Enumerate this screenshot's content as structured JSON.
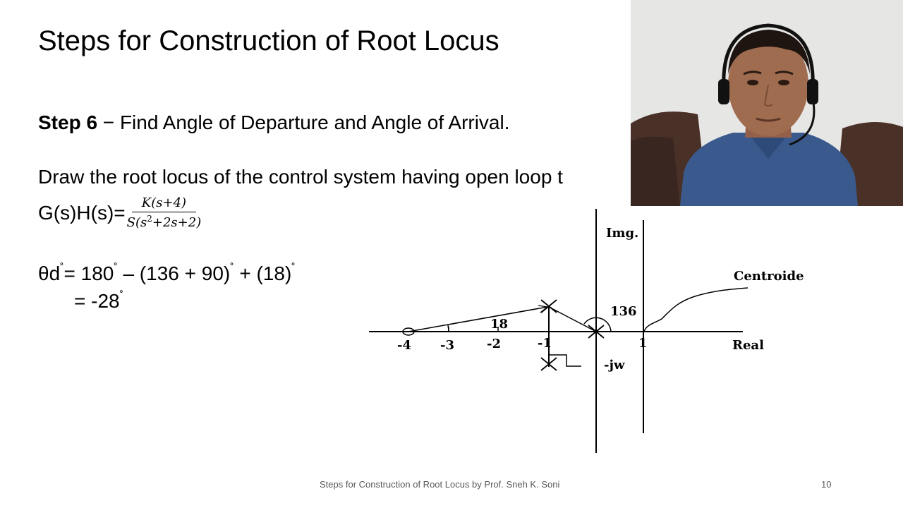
{
  "slide": {
    "title": "Steps for Construction of Root Locus",
    "step_label": "Step 6",
    "step_text": " − Find Angle of Departure and Angle of Arrival.",
    "problem_text": "Draw the root locus of the control system having open loop t",
    "gsh_prefix": "G(s)H(s)=",
    "gsh_numerator": "K(s+4)",
    "gsh_denominator_base": "S(s",
    "gsh_denominator_exp": "2",
    "gsh_denominator_rest": "+2s+2)",
    "equation_line1_parts": [
      "θd",
      "= 180",
      " – (136 + 90)",
      " + (18)",
      ""
    ],
    "equation_line2_parts": [
      "= -28",
      ""
    ],
    "degree_symbol": "˚"
  },
  "diagram": {
    "imag_axis_label": "Img.",
    "real_axis_label": "Real",
    "neg_jw_label": "-jw",
    "centroid_label": "Centroide",
    "angle_136_label": "136",
    "angle_18_label": "18",
    "tick_labels": [
      "-4",
      "-3",
      "-2",
      "-1",
      "1"
    ]
  },
  "footer": {
    "text": "Steps for Construction of Root Locus by Prof. Sneh K. Soni",
    "page_number": "10"
  },
  "colors": {
    "webcam_wall": "#e6e6e4",
    "webcam_sofa": "#4a3128",
    "webcam_shirt": "#3a5a8e",
    "webcam_skin": "#a06c50",
    "footer_text": "#595959"
  },
  "icons": [
    "pole-x-icon",
    "zero-circle-icon",
    "right-angle-marker-icon",
    "headset-icon"
  ]
}
